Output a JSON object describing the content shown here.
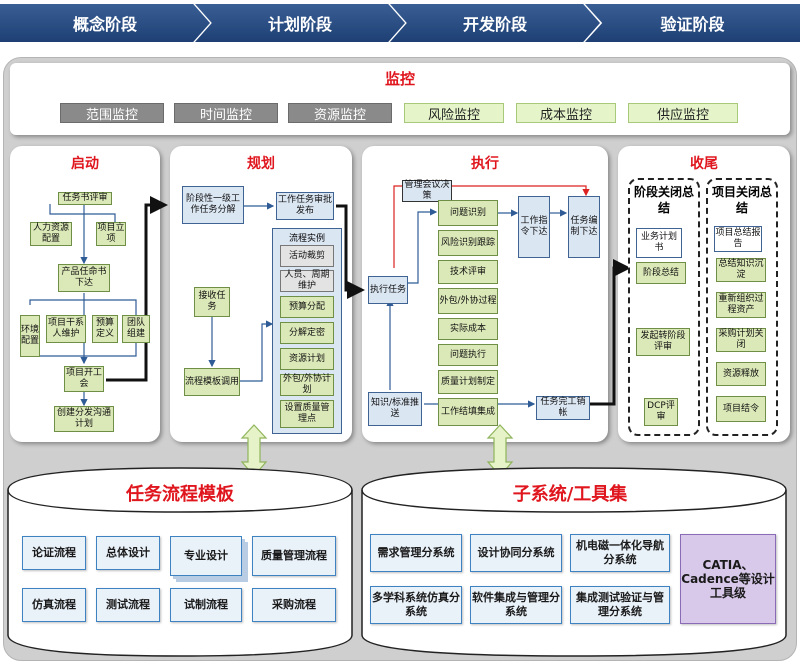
{
  "phases": [
    "概念阶段",
    "计划阶段",
    "开发阶段",
    "验证阶段"
  ],
  "monitor": {
    "title": "监控",
    "items": [
      "范围监控",
      "时间监控",
      "资源监控",
      "风险监控",
      "成本监控",
      "供应监控"
    ]
  },
  "startup": {
    "title": "启动",
    "n1": "任务书评审",
    "n2": "人力资源配置",
    "n3": "项目立项",
    "n4": "产品任命书下达",
    "n5": "环境配置",
    "n6": "项目干系人维护",
    "n7": "预算定义",
    "n8": "团队组建",
    "n9": "项目开工会",
    "n10": "创建分发沟通计划"
  },
  "planning": {
    "title": "规划",
    "n1": "阶段性一级工作任务分解",
    "n2": "工作任务审批发布",
    "n3": "接收任务",
    "n4": "流程模板调用",
    "inst_title": "流程实例",
    "inst_items": [
      "活动裁剪",
      "人员、周期维护",
      "预算分配",
      "分解定密",
      "资源计划",
      "外包/外协计划",
      "设置质量管理点"
    ]
  },
  "execution": {
    "title": "执行",
    "n_meeting": "管理会议决策",
    "n_exec": "执行任务",
    "n_know": "知识/标准推送",
    "n_issue": "工作指令下达",
    "n_compile": "任务编制下达",
    "n_complete": "任务完工销帐",
    "col_items": [
      "问题识别",
      "风险识别跟踪",
      "技术评审",
      "外包/外协过程",
      "实际成本",
      "问题执行",
      "质量计划制定",
      "工作结填集成"
    ]
  },
  "closing": {
    "title": "收尾",
    "stage_title": "阶段关闭总结",
    "stage_items": [
      "业务计划书",
      "阶段总结",
      "发起转阶段评审",
      "DCP评审"
    ],
    "project_title": "项目关闭总结",
    "project_items": [
      "项目总结报告",
      "总结知识沉淀",
      "重新组织过程资产",
      "采购计划关闭",
      "资源释放",
      "项目结令"
    ]
  },
  "template_db": {
    "title": "任务流程模板",
    "items": [
      "论证流程",
      "总体设计",
      "专业设计",
      "质量管理流程",
      "仿真流程",
      "测试流程",
      "试制流程",
      "采购流程"
    ]
  },
  "tools_db": {
    "title": "子系统/工具集",
    "items": [
      "需求管理分系统",
      "设计协同分系统",
      "机电磁一体化导航分系统",
      "多学科系统仿真分系统",
      "软件集成与管理分系统",
      "集成测试验证与管理分系统"
    ],
    "special": "CATIA、Cadence等设计工具级"
  },
  "colors": {
    "phase": "#2a4f86",
    "title_red": "#e0161e",
    "green_node": "#dbe8b7",
    "blue_node": "#dbe6f3",
    "tool_box": "#e9f1f9",
    "special_box": "#d8c9ea"
  }
}
